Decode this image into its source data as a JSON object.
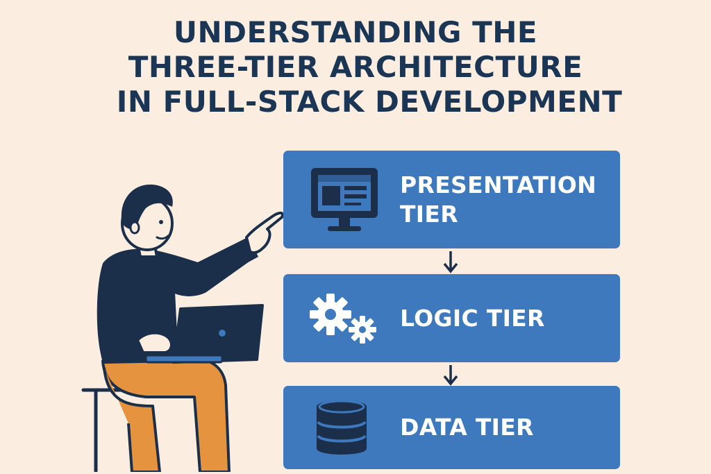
{
  "title": {
    "line1": "UNDERSTANDING THE",
    "line2": "THREE-TIER ARCHITECTURE",
    "line3": "IN FULL-STACK DEVELOPMENT"
  },
  "tiers": [
    {
      "label": "PRESENTATION\nTIER",
      "icon": "monitor-icon"
    },
    {
      "label": "LOGIC TIER",
      "icon": "gears-icon"
    },
    {
      "label": "DATA TIER",
      "icon": "database-icon"
    }
  ],
  "colors": {
    "background": "#fbeee0",
    "title": "#1b3554",
    "tier_box": "#3d79bc",
    "tier_text": "#ffffff",
    "person_sweater": "#1b2f4b",
    "person_pants": "#e5933f",
    "skin": "#fbeee0"
  }
}
